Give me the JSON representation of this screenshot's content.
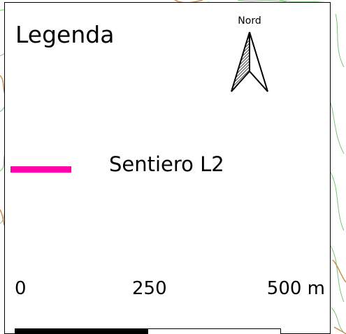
{
  "legend": {
    "title": "Legenda",
    "north_label": "Nord",
    "items": [
      {
        "label": "Sentiero L2",
        "color": "#ff00aa"
      }
    ]
  },
  "scale_bar": {
    "ticks": [
      "0",
      "250",
      "500 m"
    ],
    "segment_colors": [
      "#000000",
      "#ffffff"
    ]
  },
  "colors": {
    "contour": "#7cc478",
    "road": "#c88a45",
    "frame": "#000000",
    "background": "#ffffff"
  },
  "icons": {
    "north": "north-arrow-icon"
  }
}
